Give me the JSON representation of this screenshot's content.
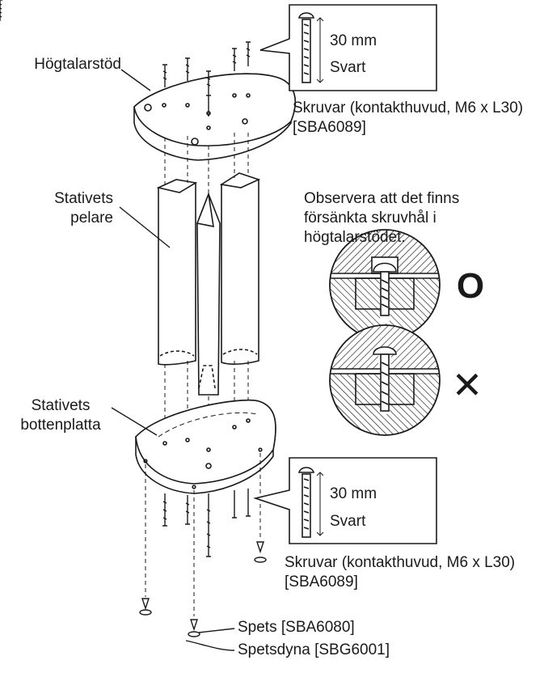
{
  "labels": {
    "speaker_stand": "Högtalarstöd",
    "pillar_line1": "Stativets",
    "pillar_line2": "pelare",
    "base_line1": "Stativets",
    "base_line2": "bottenplatta",
    "note_line1": "Observera att det finns",
    "note_line2": "försänkta skruvhål i",
    "note_line3": "högtalarstödet.",
    "spike": "Spets [SBA6080]",
    "spike_pad": "Spetsdyna [SBG6001]"
  },
  "callout_top": {
    "length": "30 mm",
    "color": "Svart",
    "caption_line1": "Skruvar (kontakthuvud, M6 x L30)",
    "caption_line2": "[SBA6089]"
  },
  "callout_bottom": {
    "length": "30 mm",
    "color": "Svart",
    "caption_line1": "Skruvar (kontakthuvud, M6 x L30)",
    "caption_line2": "[SBA6089]"
  },
  "marks": {
    "correct": "O",
    "wrong": "✕"
  },
  "colors": {
    "ink": "#1a1a1a",
    "paper": "#ffffff"
  }
}
